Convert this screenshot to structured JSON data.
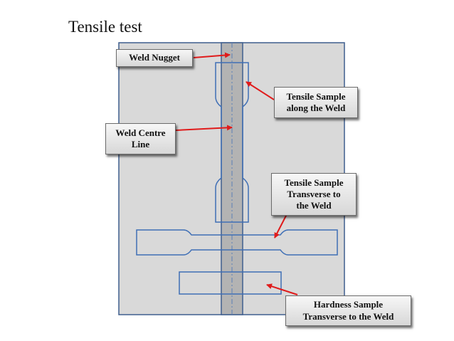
{
  "title": "Tensile test",
  "colors": {
    "plate_fill": "#d9d9d9",
    "plate_stroke": "#3f5e8e",
    "weld_band_fill": "#b3b3b3",
    "sample_stroke": "#3f6fb6",
    "arrow": "#e01b1b",
    "centre_line": "#5b7fb6"
  },
  "callouts": {
    "weld_nugget": "Weld Nugget",
    "tensile_along": "Tensile Sample\nalong the Weld",
    "weld_centre_line": "Weld Centre\nLine",
    "tensile_transverse": "Tensile Sample\nTransverse to\nthe Weld",
    "hardness_transverse": "Hardness Sample\nTransverse to the Weld"
  }
}
